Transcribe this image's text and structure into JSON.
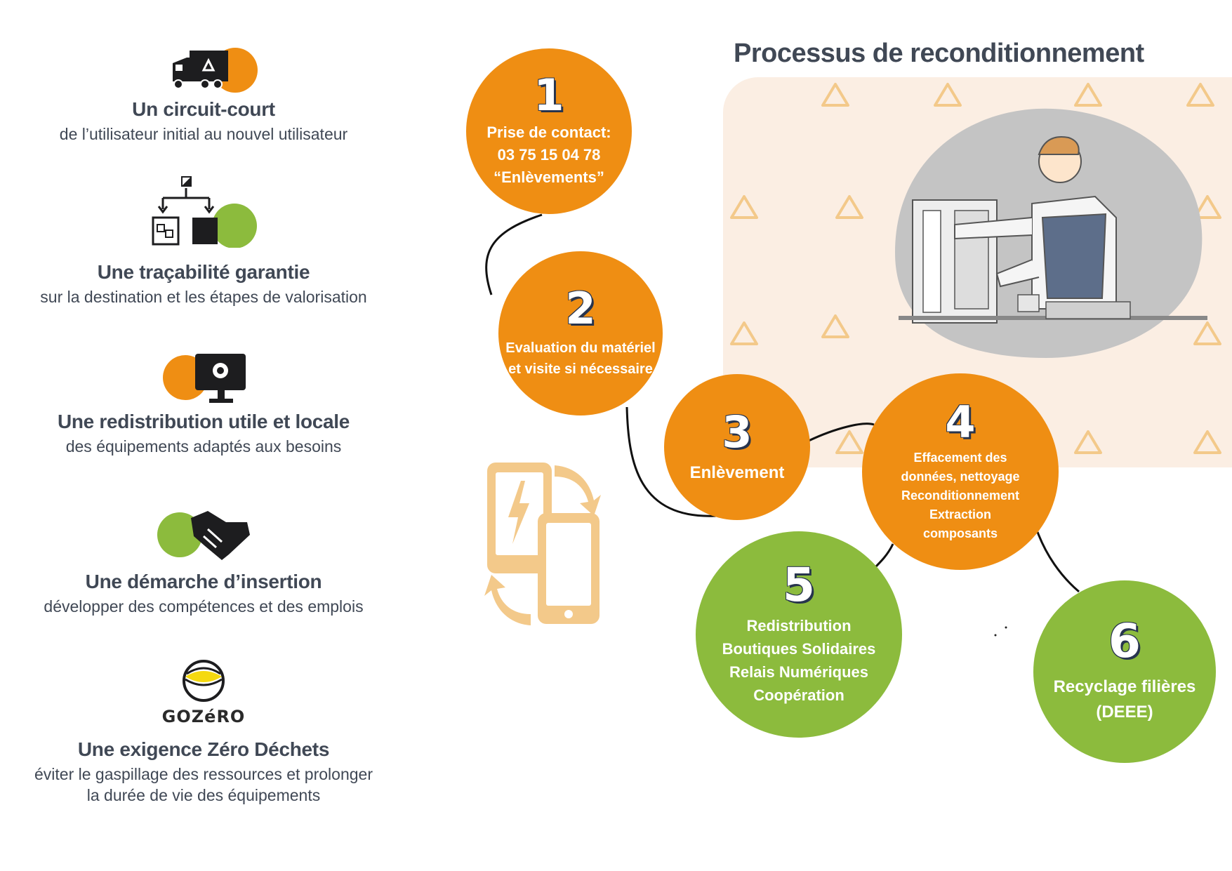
{
  "features": [
    {
      "title": "Un circuit-court",
      "desc": "de l’utilisateur initial au nouvel utilisateur",
      "icon": "truck-recycle-icon"
    },
    {
      "title": "Une traçabilité garantie",
      "desc": "sur la destination et les étapes de valorisation",
      "icon": "traceability-icon"
    },
    {
      "title": "Une redistribution utile et locale",
      "desc": "des équipements adaptés aux besoins",
      "icon": "computer-gear-icon"
    },
    {
      "title": "Une démarche d’insertion",
      "desc": "développer des compétences et des emplois",
      "icon": "handshake-icon"
    },
    {
      "title": "Une exigence Zéro Déchets",
      "desc": "éviter le gaspillage des ressources et prolonger la durée de vie des équipements",
      "icon": "gozero-logo"
    }
  ],
  "logo_text": "GOZéRO",
  "process_title": "Processus de reconditionnement",
  "steps": [
    {
      "num": "1",
      "lines": [
        "Prise de contact:",
        "03 75 15 04 78",
        "“Enlèvements”"
      ]
    },
    {
      "num": "2",
      "lines": [
        "Evaluation du matériel",
        "et visite si nécessaire"
      ]
    },
    {
      "num": "3",
      "lines": [
        "Enlèvement"
      ]
    },
    {
      "num": "4",
      "lines": [
        "Effacement des",
        "données, nettoyage",
        "Reconditionnement",
        "Extraction",
        "composants"
      ]
    },
    {
      "num": "5",
      "lines": [
        "Redistribution",
        "Boutiques Solidaires",
        "Relais Numériques",
        "Coopération"
      ]
    },
    {
      "num": "6",
      "lines": [
        "Recyclage filières",
        "(DEEE)"
      ]
    }
  ],
  "colors": {
    "orange": "#ef8e13",
    "green": "#8cbb3d",
    "text": "#404855",
    "panel": "#fbeee3",
    "recycle": "#f3c98a"
  }
}
